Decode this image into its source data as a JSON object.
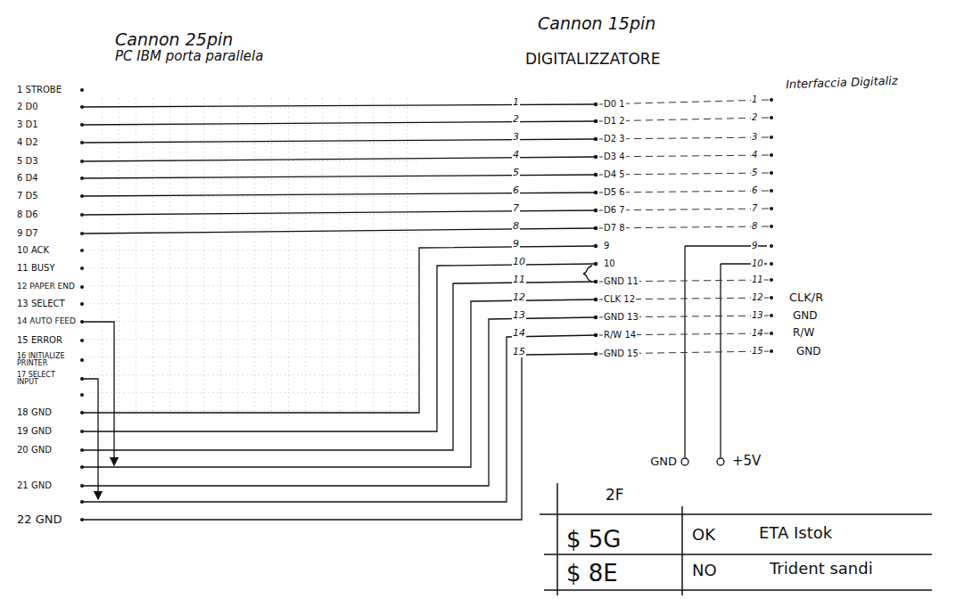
{
  "diagram": {
    "labels": [
      "Cannon 25pin",
      "PC IBM porta parallela",
      "Cannon 15pin",
      "DIGITALIZZATORE",
      "Interfaccia Digitaliz",
      "1 STROBE",
      "2 D0",
      "3 D1",
      "4 D2",
      "5 D3",
      "6 D4",
      "7 D5",
      "8 D6",
      "9 D7",
      "10 ACK",
      "11 BUSY",
      "12 PAPER END",
      "13 SELECT",
      "14 AUTO FEED",
      "15 ERROR",
      "16 INITIALIZE PRINTER",
      "17 SELECT INPUT",
      "18 GND",
      "19 GND",
      "20 GND",
      "21 GND",
      "22 GND",
      "1",
      "2",
      "3",
      "4",
      "5",
      "6",
      "7",
      "8",
      "9",
      "10",
      "11",
      "12",
      "13",
      "14",
      "15",
      "D0 1",
      "D1 2",
      "D2 3",
      "D3 4",
      "D4 5",
      "D5 6",
      "D6 7",
      "D7 8",
      "9",
      "10",
      "GND 11",
      "CLK 12",
      "GND 13",
      "R/W 14",
      "GND 15",
      "1",
      "2",
      "3",
      "4",
      "5",
      "6",
      "7",
      "8",
      "9",
      "10",
      "11",
      "12",
      "13",
      "14",
      "15",
      "CLK/R",
      "GND",
      "R/W",
      "GND",
      "GND",
      "+5V",
      "2F",
      "$ 5G",
      "$ 8E",
      "OK",
      "ETA Istok",
      "NO",
      "Trident sandi"
    ]
  }
}
